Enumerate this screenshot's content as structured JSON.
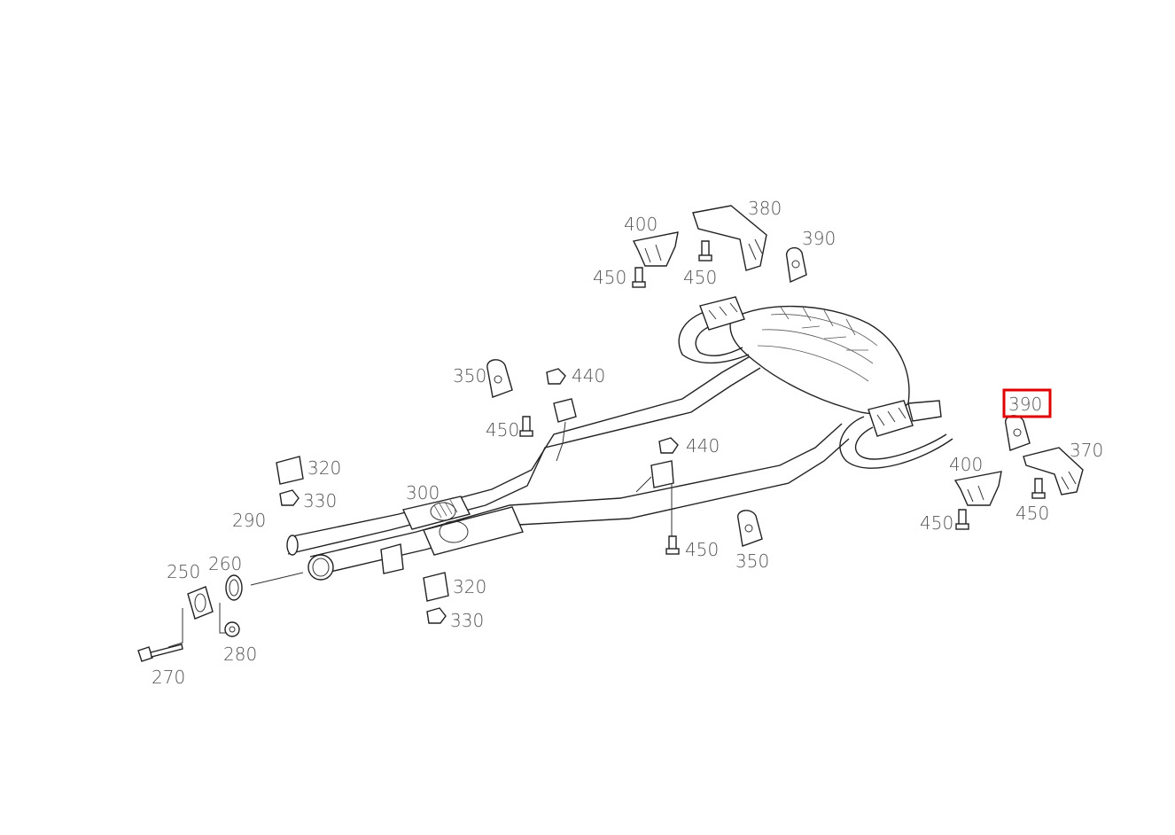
{
  "diagram": {
    "callouts": {
      "c400a": "400",
      "c380": "380",
      "c390a": "390",
      "c450a": "450",
      "c450b": "450",
      "c350a": "350",
      "c440a": "440",
      "c450c": "450",
      "c440b": "440",
      "c390b": "390",
      "c370": "370",
      "c400b": "400",
      "c450d": "450",
      "c450e": "450",
      "c320a": "320",
      "c330a": "330",
      "c300": "300",
      "c290": "290",
      "c250": "250",
      "c260": "260",
      "c320b": "320",
      "c330b": "330",
      "c280": "280",
      "c270": "270",
      "c450f": "450",
      "c350b": "350"
    },
    "highlighted_callout": "390",
    "highlight_color": "#e00000"
  }
}
